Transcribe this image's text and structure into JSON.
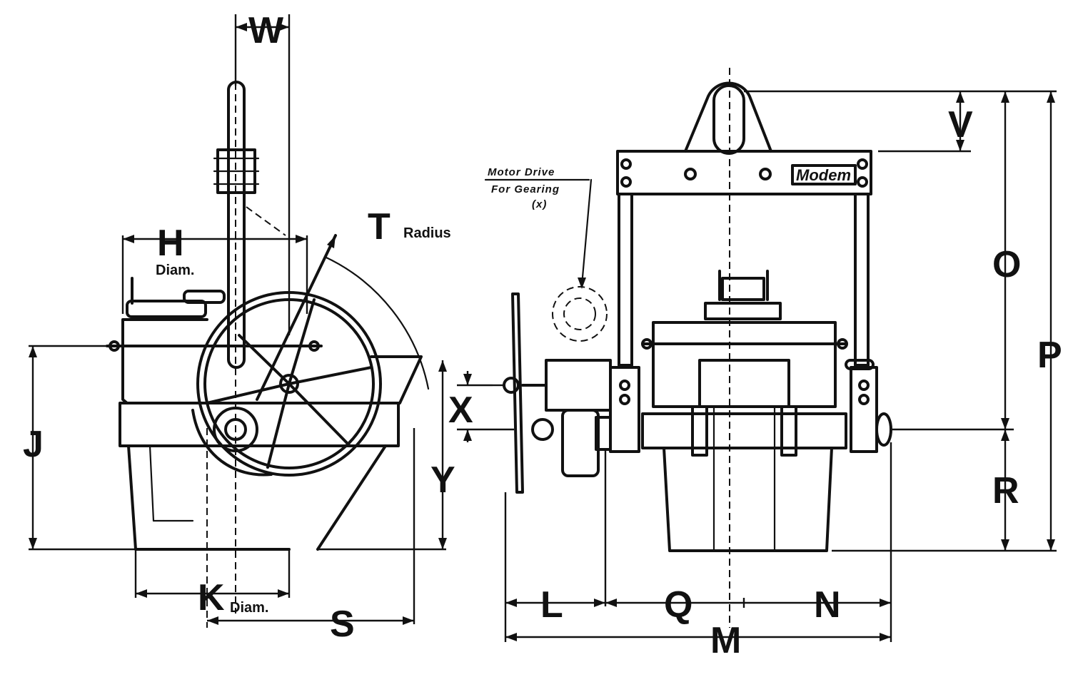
{
  "diagram": {
    "brand_plate": "Modem",
    "motor_note": {
      "line1": "Motor Drive",
      "line2": "For Gearing",
      "line3": "(x)"
    },
    "labels": {
      "W": "W",
      "H": "H",
      "H_sub": "Diam.",
      "T": "T",
      "T_sub": "Radius",
      "J": "J",
      "X": "X",
      "Y": "Y",
      "K": "K",
      "K_sub": "Diam.",
      "S": "S",
      "V": "V",
      "O": "O",
      "P": "P",
      "R": "R",
      "L": "L",
      "Q": "Q",
      "N": "N",
      "M": "M"
    }
  }
}
